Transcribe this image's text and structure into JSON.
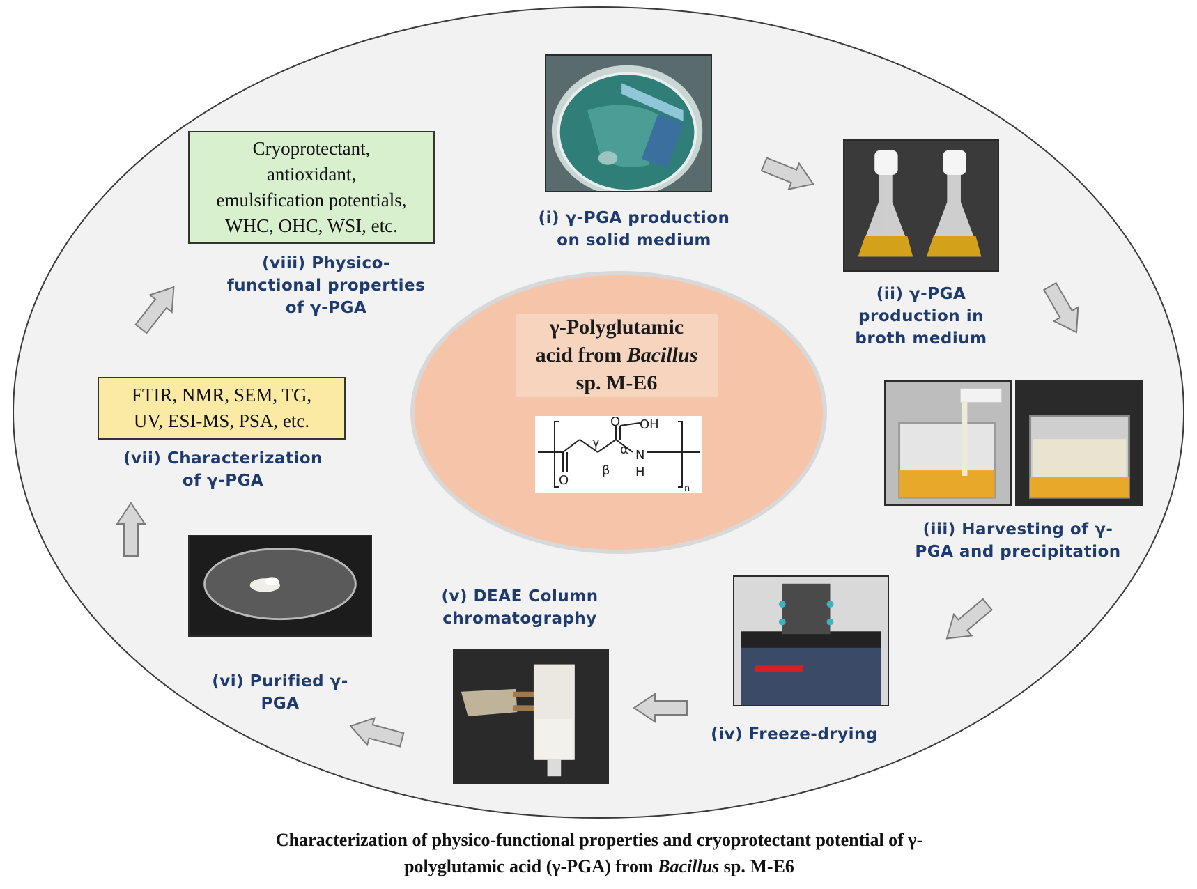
{
  "center": {
    "title_line1": "γ-Polyglutamic",
    "title_line2_prefix": "acid from ",
    "title_line2_italic": "Bacillus",
    "title_line3": "sp. M-E6",
    "structure_labels": {
      "oh": "OH",
      "o_top": "O",
      "gamma": "γ",
      "alpha": "α",
      "beta": "β",
      "n": "N",
      "h": "H",
      "o_bottom": "O",
      "subscript": "n"
    }
  },
  "steps": [
    {
      "id": "i",
      "label_line1": "(i) γ-PGA production",
      "label_line2": "on solid medium"
    },
    {
      "id": "ii",
      "label_line1": "(ii) γ-PGA",
      "label_line2": "production in",
      "label_line3": "broth medium"
    },
    {
      "id": "iii",
      "label_line1": "(iii) Harvesting of γ-",
      "label_line2": "PGA and precipitation"
    },
    {
      "id": "iv",
      "label_line1": "(iv) Freeze-drying"
    },
    {
      "id": "v",
      "label_line1": "(v) DEAE Column",
      "label_line2": "chromatography"
    },
    {
      "id": "vi",
      "label_line1": "(vi) Purified γ-",
      "label_line2": "PGA"
    },
    {
      "id": "vii",
      "label_line1": "(vii) Characterization",
      "label_line2": "of γ-PGA"
    },
    {
      "id": "viii",
      "label_line1": "(viii) Physico-",
      "label_line2": "functional properties",
      "label_line3": "of γ-PGA"
    }
  ],
  "boxes": {
    "properties": {
      "line1": "Cryoprotectant,",
      "line2": "antioxidant,",
      "line3": "emulsification potentials,",
      "line4": "WHC, OHC, WSI, etc."
    },
    "characterization": {
      "line1": "FTIR, NMR, SEM, TG,",
      "line2": "UV, ESI-MS, PSA, etc."
    }
  },
  "caption": {
    "line1": "Characterization of physico-functional properties and cryoprotectant potential of γ-",
    "line2_prefix": "polyglutamic acid (γ-PGA) from ",
    "line2_italic": "Bacillus",
    "line2_suffix": " sp. M-E6"
  },
  "colors": {
    "outer_ellipse_fill": "#f2f2f2",
    "center_ellipse_fill": "#f6c4a8",
    "label_text": "#1f3b6e",
    "properties_box": "#d9f0cf",
    "characterization_box": "#fbeaa4",
    "arrow_fill": "#d6d6d6"
  }
}
